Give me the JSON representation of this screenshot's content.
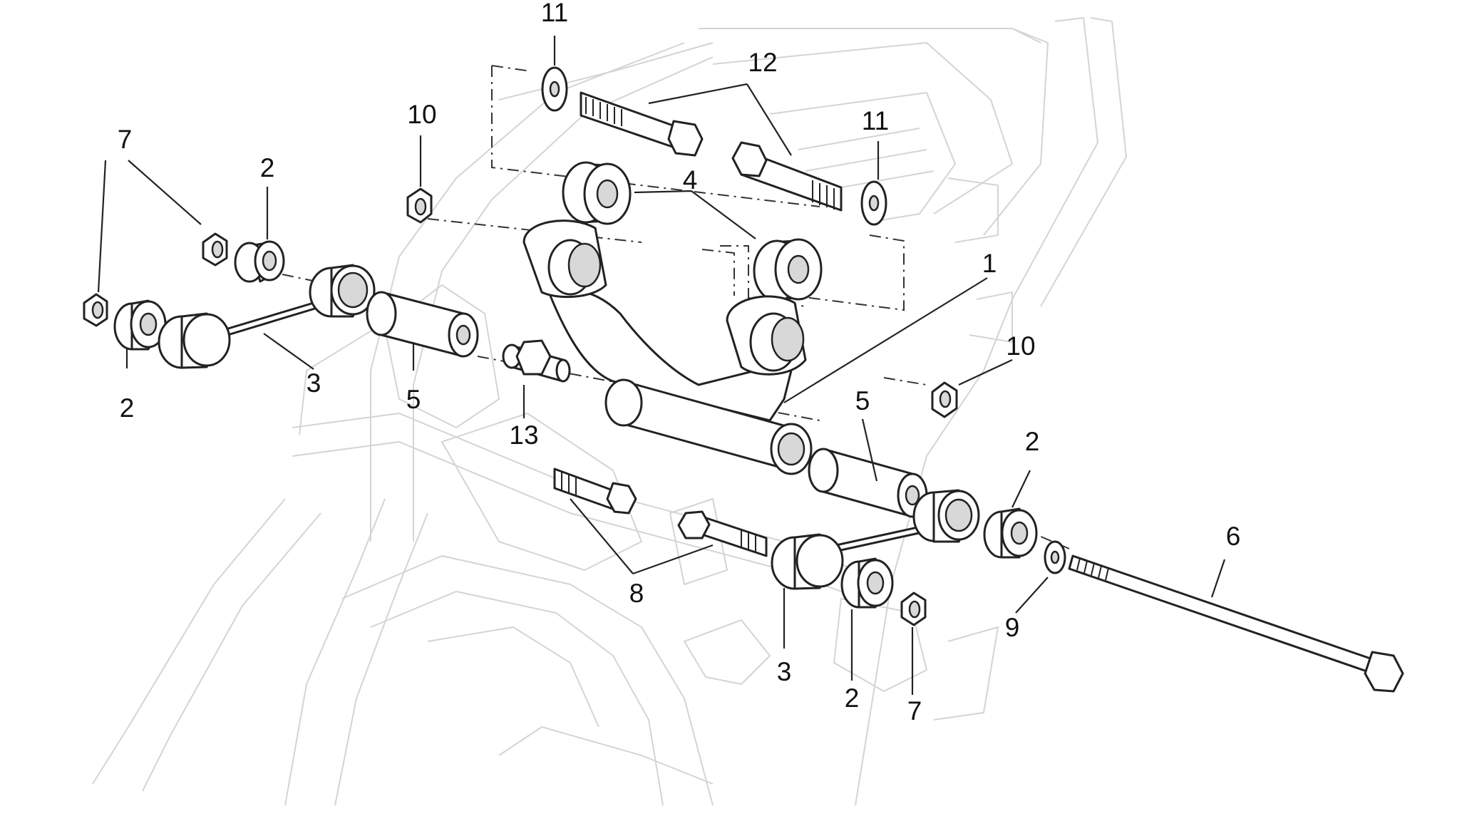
{
  "diagram": {
    "callouts": [
      {
        "id": "c11a",
        "label": "11"
      },
      {
        "id": "c12",
        "label": "12"
      },
      {
        "id": "c11b",
        "label": "11"
      },
      {
        "id": "c10a",
        "label": "10"
      },
      {
        "id": "c7a",
        "label": "7"
      },
      {
        "id": "c2a",
        "label": "2"
      },
      {
        "id": "c4",
        "label": "4"
      },
      {
        "id": "c1",
        "label": "1"
      },
      {
        "id": "c10b",
        "label": "10"
      },
      {
        "id": "c2b",
        "label": "2"
      },
      {
        "id": "c3a",
        "label": "3"
      },
      {
        "id": "c5a",
        "label": "5"
      },
      {
        "id": "c13",
        "label": "13"
      },
      {
        "id": "c5b",
        "label": "5"
      },
      {
        "id": "c2c",
        "label": "2"
      },
      {
        "id": "c6",
        "label": "6"
      },
      {
        "id": "c8",
        "label": "8"
      },
      {
        "id": "c9",
        "label": "9"
      },
      {
        "id": "c3b",
        "label": "3"
      },
      {
        "id": "c2d",
        "label": "2"
      },
      {
        "id": "c7b",
        "label": "7"
      }
    ]
  }
}
